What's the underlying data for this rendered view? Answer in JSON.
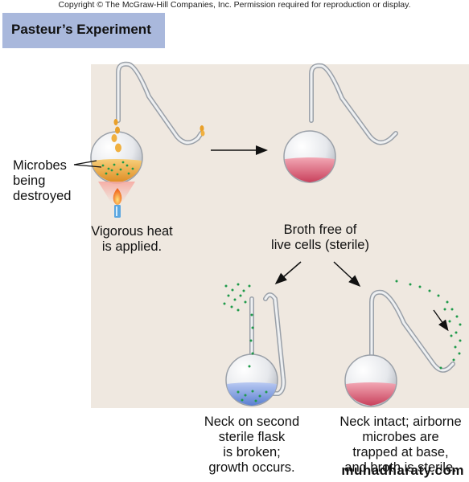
{
  "copyright": "Copyright © The McGraw-Hill Companies, Inc. Permission required for reproduction or display.",
  "title": "Pasteur’s Experiment",
  "labels": {
    "microbes_line1": "Microbes",
    "microbes_line2": "being",
    "microbes_line3": "destroyed",
    "heat_line1": "Vigorous heat",
    "heat_line2": "is applied.",
    "broth_line1": "Broth free of",
    "broth_line2": "live cells (sterile)",
    "broken_line1": "Neck on second",
    "broken_line2": "sterile flask",
    "broken_line3": "is broken;",
    "broken_line4": "growth occurs.",
    "intact_line1": "Neck intact; airborne",
    "intact_line2": "microbes are",
    "intact_line3": "trapped at base,",
    "intact_line4": "and broth is sterile."
  },
  "watermark": "muhadharaty.com",
  "colors": {
    "title_bg": "#a9b8dc",
    "panel_bg": "#efe8e0",
    "broth_sterile": "#d8586f",
    "broth_growth": "#6f8fd6",
    "broth_boiling": "#e79a2c",
    "microbe_dots": "#1f9a4a",
    "flame": "#f07a1a"
  }
}
